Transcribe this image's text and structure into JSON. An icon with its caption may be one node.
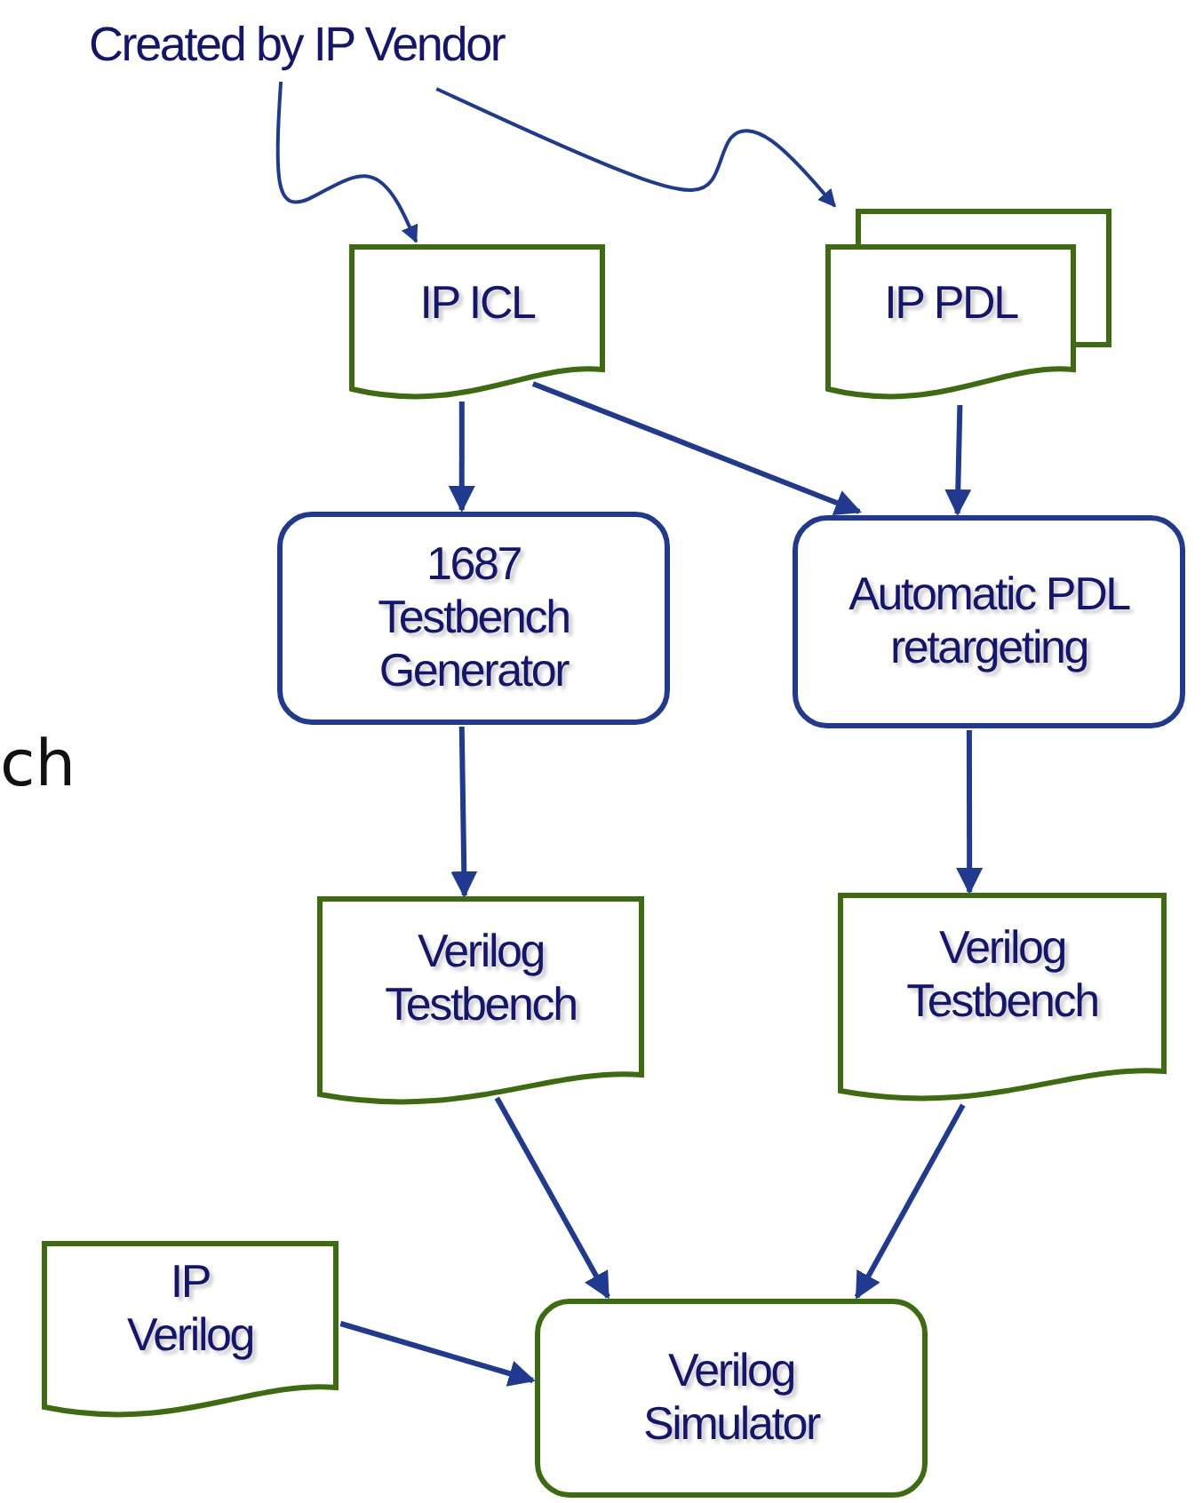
{
  "diagram": {
    "nodes": [
      {
        "text": [
          "Created by IP Vendor"
        ]
      },
      {
        "text": [
          "IP ICL"
        ]
      },
      {
        "text": [
          "IP PDL"
        ]
      },
      {
        "text": [
          "1687 Testbench Generator"
        ]
      },
      {
        "text": [
          "Automatic PDL retargeting"
        ]
      },
      {
        "text": [
          "Verilog Testbench"
        ]
      },
      {
        "text": [
          "Verilog Testbench"
        ]
      },
      {
        "text": [
          "IP Verilog"
        ]
      },
      {
        "text": [
          "Verilog Simulator"
        ]
      }
    ],
    "edges": [
      {
        "from": 0,
        "to": 1,
        "arrow": "to"
      },
      {
        "from": 0,
        "to": 2,
        "arrow": "to"
      },
      {
        "from": 1,
        "to": 3,
        "arrow": "to"
      },
      {
        "from": 1,
        "to": 4,
        "arrow": "to"
      },
      {
        "from": 2,
        "to": 4,
        "arrow": "to"
      },
      {
        "from": 3,
        "to": 5,
        "arrow": "to"
      },
      {
        "from": 4,
        "to": 6,
        "arrow": "to"
      },
      {
        "from": 5,
        "to": 8,
        "arrow": "to"
      },
      {
        "from": 6,
        "to": 8,
        "arrow": "to"
      },
      {
        "from": 7,
        "to": 8,
        "arrow": "to"
      }
    ],
    "labels": [
      "ch"
    ]
  }
}
